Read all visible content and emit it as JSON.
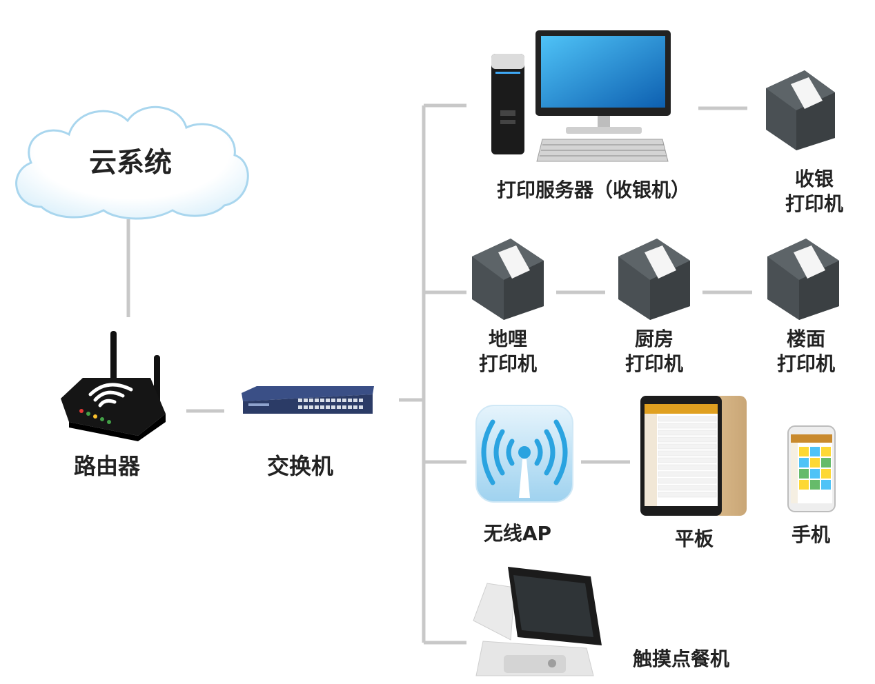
{
  "nodes": {
    "cloud": {
      "label": "云系统"
    },
    "router": {
      "label": "路由器"
    },
    "switch": {
      "label": "交换机"
    },
    "print_server": {
      "label": "打印服务器（收银机）"
    },
    "cashier_printer": {
      "label_line1": "收银",
      "label_line2": "打印机"
    },
    "dili_printer": {
      "label_line1": "地哩",
      "label_line2": "打印机"
    },
    "kitchen_printer": {
      "label_line1": "厨房",
      "label_line2": "打印机"
    },
    "floor_printer": {
      "label_line1": "楼面",
      "label_line2": "打印机"
    },
    "wireless_ap": {
      "label": "无线AP"
    },
    "tablet": {
      "label": "平板"
    },
    "phone": {
      "label": "手机"
    },
    "touch_pos": {
      "label": "触摸点餐机"
    }
  },
  "colors": {
    "connector": "#c8c8c8",
    "cloud_outline": "#a9d6ee",
    "label_text": "#222222",
    "printer_body": "#4a5054",
    "monitor_screen": "#1e8fd8",
    "switch_body": "#2b3b66",
    "ap_signal": "#2aa3e0"
  }
}
